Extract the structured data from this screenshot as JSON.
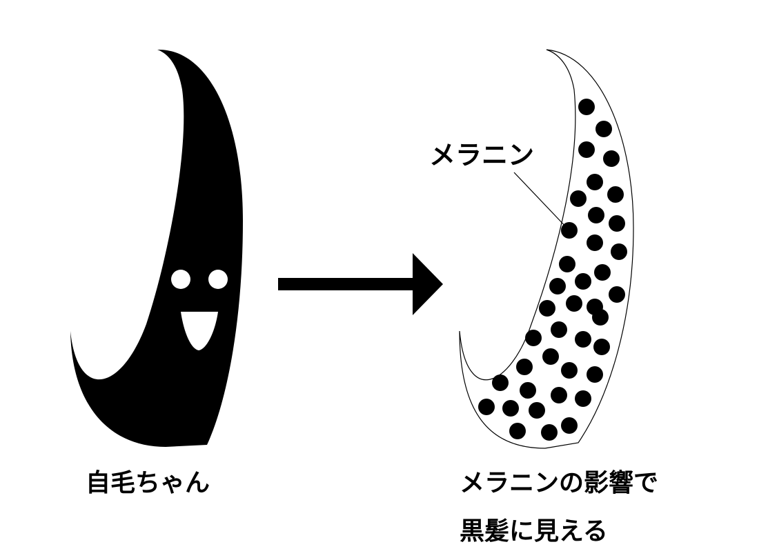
{
  "colors": {
    "background": "#ffffff",
    "ink": "#000000"
  },
  "left_hair": {
    "caption": "自毛ちゃん"
  },
  "right_hair": {
    "callout_label": "メラニン",
    "caption_line1": "メラニンの影響で",
    "caption_line2": "黒髪に見える"
  },
  "icons": {
    "left": "hair-strand-character-icon",
    "arrow": "right-arrow-icon",
    "right": "hair-strand-with-melanin-icon"
  }
}
